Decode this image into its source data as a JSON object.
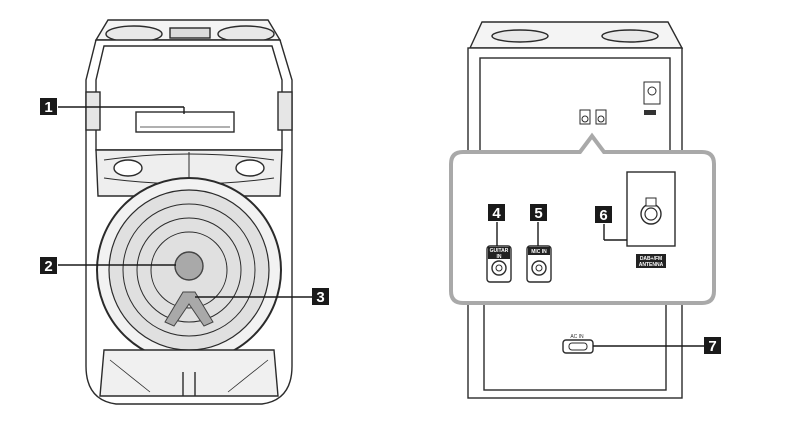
{
  "callouts": [
    "1",
    "2",
    "3",
    "4",
    "5",
    "6",
    "7"
  ],
  "port_labels": {
    "guitar_in_line1": "GUITAR",
    "guitar_in_line2": "IN",
    "mic_in": "MIC IN",
    "antenna_line1": "DAB+/FM",
    "antenna_line2": "ANTENNA",
    "ac_in": "AC IN"
  },
  "colors": {
    "line": "#2b2b2b",
    "badge": "#1a1a1a",
    "highlight": "#a9a9a9",
    "panel": "#ffffff"
  },
  "icons": {
    "speaker": "speaker-front-illustration",
    "rear": "speaker-rear-illustration"
  }
}
